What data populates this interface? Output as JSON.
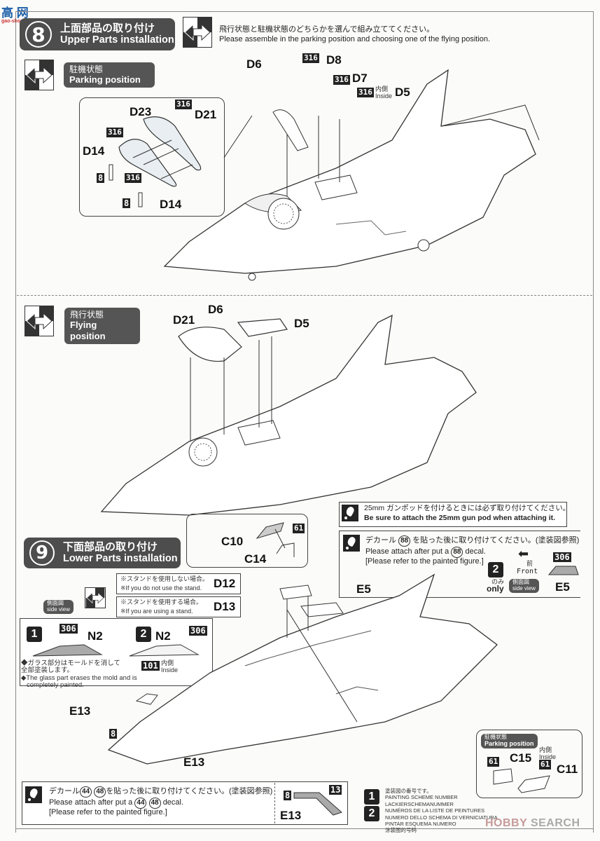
{
  "watermark_top": {
    "line1": "高 网",
    "line2": "gao-shou.com"
  },
  "watermark_bottom": {
    "brand": "HOBBY",
    "suffix": "SEARCH"
  },
  "step8": {
    "number": "8",
    "title_jp": "上面部品の取り付け",
    "title_en": "Upper Parts installation",
    "choose_note_jp": "飛行状態と駐機状態のどちらかを選んで組み立ててください。",
    "choose_note_en": "Please assemble in the parking position and choosing one of the flying position.",
    "parking": {
      "label_jp": "駐機状態",
      "label_en": "Parking position",
      "parts": [
        "D6",
        "D8",
        "D7",
        "D5",
        "D23",
        "D21",
        "D14",
        "D14"
      ],
      "paint_codes": [
        "316",
        "316",
        "316",
        "316",
        "316",
        "316",
        "8",
        "8"
      ],
      "inside_jp": "内側",
      "inside_en": "Inside"
    },
    "flying": {
      "label_jp": "飛行状態",
      "label_en": "Flying position",
      "parts": [
        "D21",
        "D6",
        "D5"
      ]
    }
  },
  "step9": {
    "number": "9",
    "title_jp": "下面部品の取り付け",
    "title_en": "Lower Parts installation",
    "gunpod_note_jp": "25mm ガンポッドを付けるときには必ず取り付けてください。",
    "gunpod_note_en": "Be sure to attach the 25mm gun pod when attaching it.",
    "decal88_note_jp_pre": "デカール",
    "decal88_num": "88",
    "decal88_note_jp_post": "を貼った後に取り付けてください。(塗装図参照)",
    "decal88_note_en_pre": "Please attach after put a",
    "decal88_note_en_post": "decal.",
    "decal88_note_en2": "[Please refer to the painted figure.]",
    "e5_detail": {
      "scheme": "2",
      "only_jp": "のみ",
      "only_en": "only",
      "front_jp": "前",
      "front_en": "Front",
      "side_jp": "側面図",
      "side_en": "side view",
      "code": "306",
      "part": "E5"
    },
    "gunpod_parts": {
      "c10": "C10",
      "c14": "C14",
      "code": "61"
    },
    "stand_options": [
      {
        "jp": "※スタンドを使用しない場合。",
        "en": "※If you do not use the stand.",
        "part": "D12"
      },
      {
        "jp": "※スタンドを使用する場合。",
        "en": "※If you are using a stand.",
        "part": "D13"
      }
    ],
    "side_view_pill": {
      "jp": "側面図",
      "en": "side view"
    },
    "canopy_box": {
      "variant1": {
        "scheme": "1",
        "part": "N2",
        "code": "306"
      },
      "variant2": {
        "scheme": "2",
        "part": "N2",
        "code": "306",
        "inside_code": "101",
        "inside_jp": "内側",
        "inside_en": "Inside"
      },
      "note_jp1": "◆ガラス部分はモールドを消して",
      "note_jp2": "全部塗装します。",
      "note_en1": "◆The glass part erases the mold and is",
      "note_en2": "completely painted."
    },
    "e5_label": "E5",
    "e13_labels": [
      "E13",
      "E13"
    ],
    "code_8": "8",
    "decal4448_note_jp_pre": "デカール",
    "decal4448_nums": [
      "44",
      "48"
    ],
    "decal4448_note_jp_post": "を貼った後に取り付けてください。(塗装図参照)",
    "decal4448_note_en_pre": "Please attach after put a",
    "decal4448_note_en_post": "decal.",
    "decal4448_note_en2": "[Please refer to the painted figure.]",
    "e13_detail": {
      "code_a": "8",
      "code_b": "13",
      "part": "E13"
    },
    "parking_box": {
      "label_jp": "駐機状態",
      "label_en": "Parking position",
      "c15": "C15",
      "c11": "C11",
      "code": "61",
      "inside_jp": "内側",
      "inside_en": "Inside"
    }
  },
  "legend": {
    "lines": [
      "塗装図の番号です。",
      "PAINTING SCHEME NUMBER",
      "LACKIERSCHEMANUMMER",
      "NUMÉROS DE LA LISTE DE PEINTURES",
      "NUMERO DELLO SCHEMA DI VERNICIATURA",
      "PINTAR ESQUEMA NUMERO",
      "涂装图的号码"
    ],
    "schemes": [
      "1",
      "2"
    ]
  }
}
